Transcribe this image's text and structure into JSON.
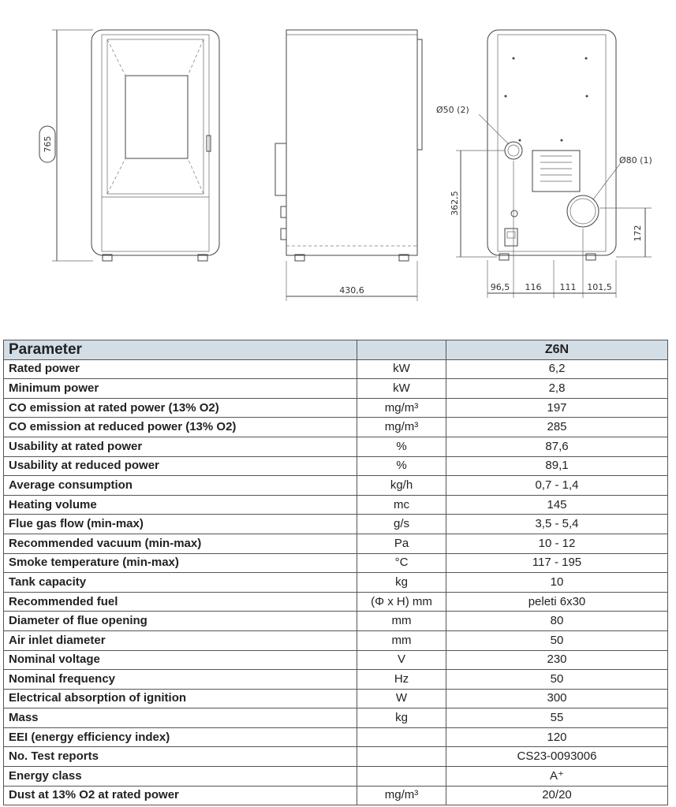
{
  "drawing": {
    "height_label": "765",
    "depth_label": "430,6",
    "air_inlet_label": "Ø50 (2)",
    "flue_label": "Ø80 (1)",
    "inlet_height_label": "362,5",
    "flue_height_label": "172",
    "bottom_dims": [
      "96,5",
      "116",
      "111",
      "101,5"
    ]
  },
  "table": {
    "header": {
      "parameter": "Parameter",
      "unit": "",
      "model": "Z6N"
    },
    "rows": [
      {
        "parameter": "Rated power",
        "unit": "kW",
        "value": "6,2"
      },
      {
        "parameter": "Minimum power",
        "unit": "kW",
        "value": "2,8"
      },
      {
        "parameter": "CO emission at rated power (13% O2)",
        "unit": "mg/m³",
        "value": "197"
      },
      {
        "parameter": "CO emission at reduced power (13% O2)",
        "unit": "mg/m³",
        "value": "285"
      },
      {
        "parameter": "Usability at rated power",
        "unit": "%",
        "value": "87,6"
      },
      {
        "parameter": "Usability at reduced power",
        "unit": "%",
        "value": "89,1"
      },
      {
        "parameter": "Average consumption",
        "unit": "kg/h",
        "value": "0,7 - 1,4"
      },
      {
        "parameter": "Heating volume",
        "unit": "mc",
        "value": "145"
      },
      {
        "parameter": "Flue gas flow (min-max)",
        "unit": "g/s",
        "value": "3,5 - 5,4"
      },
      {
        "parameter": "Recommended vacuum (min-max)",
        "unit": "Pa",
        "value": "10 - 12"
      },
      {
        "parameter": "Smoke temperature (min-max)",
        "unit": "°C",
        "value": "117 - 195"
      },
      {
        "parameter": "Tank capacity",
        "unit": "kg",
        "value": "10"
      },
      {
        "parameter": "Recommended fuel",
        "unit": "(Φ x H) mm",
        "value": "peleti 6x30"
      },
      {
        "parameter": "Diameter of flue opening",
        "unit": "mm",
        "value": "80"
      },
      {
        "parameter": "Air inlet diameter",
        "unit": "mm",
        "value": "50"
      },
      {
        "parameter": "Nominal voltage",
        "unit": "V",
        "value": "230"
      },
      {
        "parameter": "Nominal frequency",
        "unit": "Hz",
        "value": "50"
      },
      {
        "parameter": "Electrical absorption of ignition",
        "unit": "W",
        "value": "300"
      },
      {
        "parameter": "Mass",
        "unit": "kg",
        "value": "55"
      },
      {
        "parameter": "EEI (energy efficiency index)",
        "unit": "",
        "value": "120"
      },
      {
        "parameter": "No. Test reports",
        "unit": "",
        "value": "CS23-0093006"
      },
      {
        "parameter": "Energy class",
        "unit": "",
        "value": "A⁺"
      },
      {
        "parameter": "Dust at 13% O2 at rated power",
        "unit": "mg/m³",
        "value": "20/20"
      }
    ]
  }
}
